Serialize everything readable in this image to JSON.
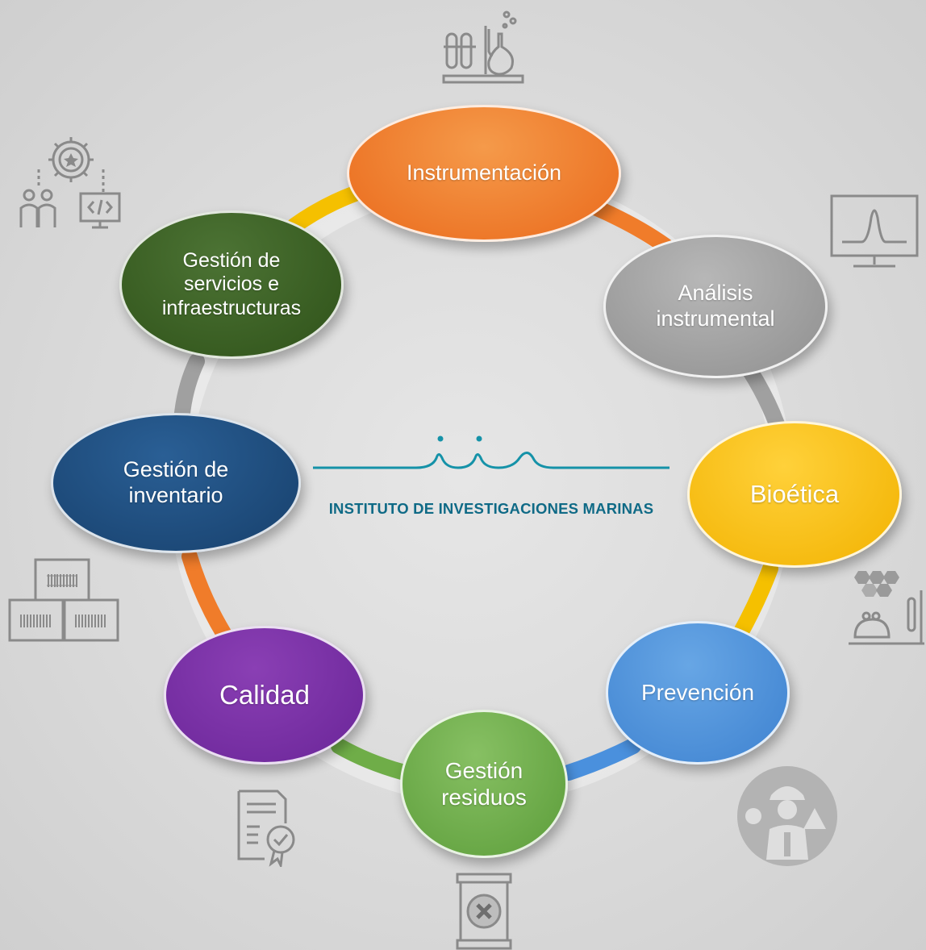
{
  "diagram": {
    "nodes": [
      {
        "id": "instrumentacion",
        "label": "Instrumentación"
      },
      {
        "id": "analisis",
        "label": "Análisis\ninstrumental"
      },
      {
        "id": "bioetica",
        "label": "Bioética"
      },
      {
        "id": "prevencion",
        "label": "Prevención"
      },
      {
        "id": "gestion_residuos",
        "label": "Gestión\nresiduos"
      },
      {
        "id": "calidad",
        "label": "Calidad"
      },
      {
        "id": "gestion_inventario",
        "label": "Gestión de\ninventario"
      },
      {
        "id": "gestion_servicios",
        "label": "Gestión de\nservicios e\ninfraestructuras"
      }
    ],
    "logo": {
      "name": "INSTITUTO DE INVESTIGACIONES MARINAS"
    },
    "colors": {
      "instrumentacion": "#f07c2a",
      "analisis": "#a0a0a0",
      "bioetica": "#f5c000",
      "prevencion": "#4a90dd",
      "gestion_residuos": "#6fad48",
      "calidad": "#7a2ea8",
      "gestion_inventario": "#1e4d7e",
      "gestion_servicios": "#3b6124",
      "logo": "#1592a8",
      "icons": "#8a8a8a"
    },
    "icons": [
      "lab-flasks-icon",
      "chromatogram-monitor-icon",
      "bioethics-lab-icon",
      "worker-safety-icon",
      "waste-barrel-icon",
      "certificate-icon",
      "inventory-boxes-icon",
      "services-gear-people-icon"
    ]
  }
}
